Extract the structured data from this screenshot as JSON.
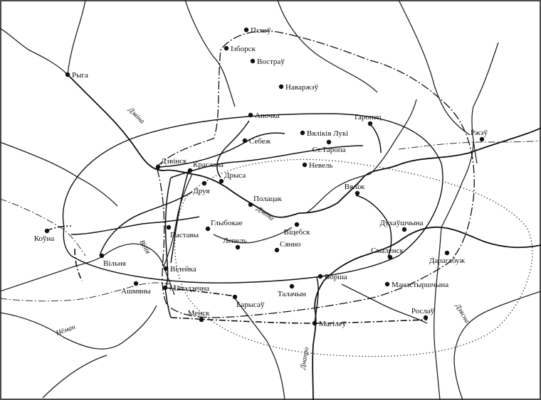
{
  "map": {
    "cities": [
      {
        "id": "pskou",
        "label": "Пскоў"
      },
      {
        "id": "izborsk",
        "label": "Ізборск"
      },
      {
        "id": "vostrau",
        "label": "Востраў"
      },
      {
        "id": "riga",
        "label": "Рыга"
      },
      {
        "id": "navarzhau",
        "label": "Навaржэў"
      },
      {
        "id": "apochka",
        "label": "Апочка"
      },
      {
        "id": "toropets",
        "label": "Таропец"
      },
      {
        "id": "rzheu",
        "label": "Ржэў"
      },
      {
        "id": "sebezh",
        "label": "Себеж"
      },
      {
        "id": "vialikija_luki",
        "label": "Вялікія Лукі"
      },
      {
        "id": "st_taropa",
        "label": "Ст.Таропа"
      },
      {
        "id": "daugavpils",
        "label": "Дзвінск"
      },
      {
        "id": "novel",
        "label": "Невель"
      },
      {
        "id": "kraslava",
        "label": "Краслава"
      },
      {
        "id": "drysa",
        "label": "Дрыса"
      },
      {
        "id": "drúja",
        "label": "Друя"
      },
      {
        "id": "vializh",
        "label": "Вяліж"
      },
      {
        "id": "polatsk",
        "label": "Полацак"
      },
      {
        "id": "glybokae",
        "label": "Глыбокае"
      },
      {
        "id": "dukhaushchyna",
        "label": "Духаўшчына"
      },
      {
        "id": "kouna",
        "label": "Коўна"
      },
      {
        "id": "pastavy",
        "label": "Паставы"
      },
      {
        "id": "lepel",
        "label": "Лепель"
      },
      {
        "id": "viciebsk",
        "label": "Віцебск"
      },
      {
        "id": "sianno",
        "label": "Сянно"
      },
      {
        "id": "smalensk",
        "label": "Смаленск"
      },
      {
        "id": "daragabuzh",
        "label": "Дарагабуж"
      },
      {
        "id": "vilnia",
        "label": "Вільня"
      },
      {
        "id": "vilejka",
        "label": "Вілейка"
      },
      {
        "id": "ashmiany",
        "label": "Ашмяны"
      },
      {
        "id": "maladzechna",
        "label": "Маладзечна"
      },
      {
        "id": "talachyn",
        "label": "Талачын"
      },
      {
        "id": "vorsha",
        "label": "Ворша"
      },
      {
        "id": "manastyrshchyna",
        "label": "Манастыршчына"
      },
      {
        "id": "barysau",
        "label": "Барысаў"
      },
      {
        "id": "mensk",
        "label": "Менск"
      },
      {
        "id": "magileu",
        "label": "Магілеў"
      },
      {
        "id": "roslau",
        "label": "Рослаў"
      }
    ],
    "rivers": [
      {
        "id": "dzvina_north",
        "label": "Дзвіна"
      },
      {
        "id": "dzvina_mid",
        "label": "Дзвіна"
      },
      {
        "id": "vilija",
        "label": "Вілія"
      },
      {
        "id": "nioman",
        "label": "Нёман"
      },
      {
        "id": "dniapro",
        "label": "Днапро"
      },
      {
        "id": "dziasna",
        "label": "Дзясна"
      }
    ]
  }
}
